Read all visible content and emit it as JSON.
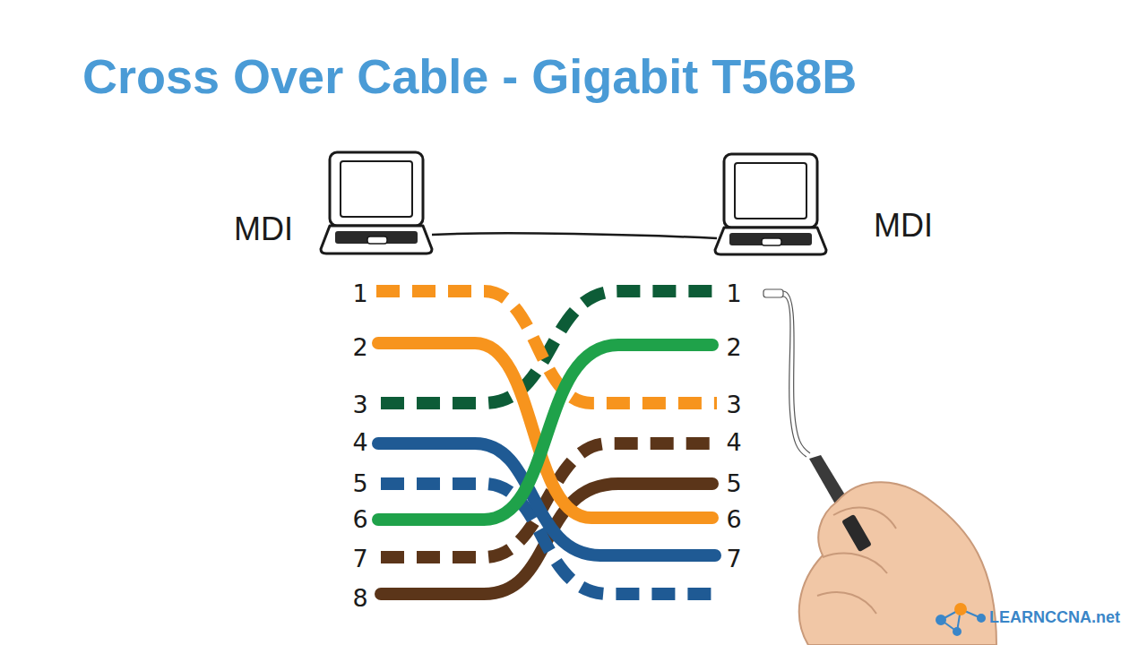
{
  "diagram": {
    "title": "Cross Over Cable - Gigabit T568B",
    "labels": [
      "MDI",
      "MDI",
      "1",
      "2",
      "3",
      "4",
      "5",
      "6",
      "7",
      "8",
      "1",
      "2",
      "3",
      "4",
      "5",
      "6",
      "7",
      "LEARNCCNA.net"
    ]
  }
}
